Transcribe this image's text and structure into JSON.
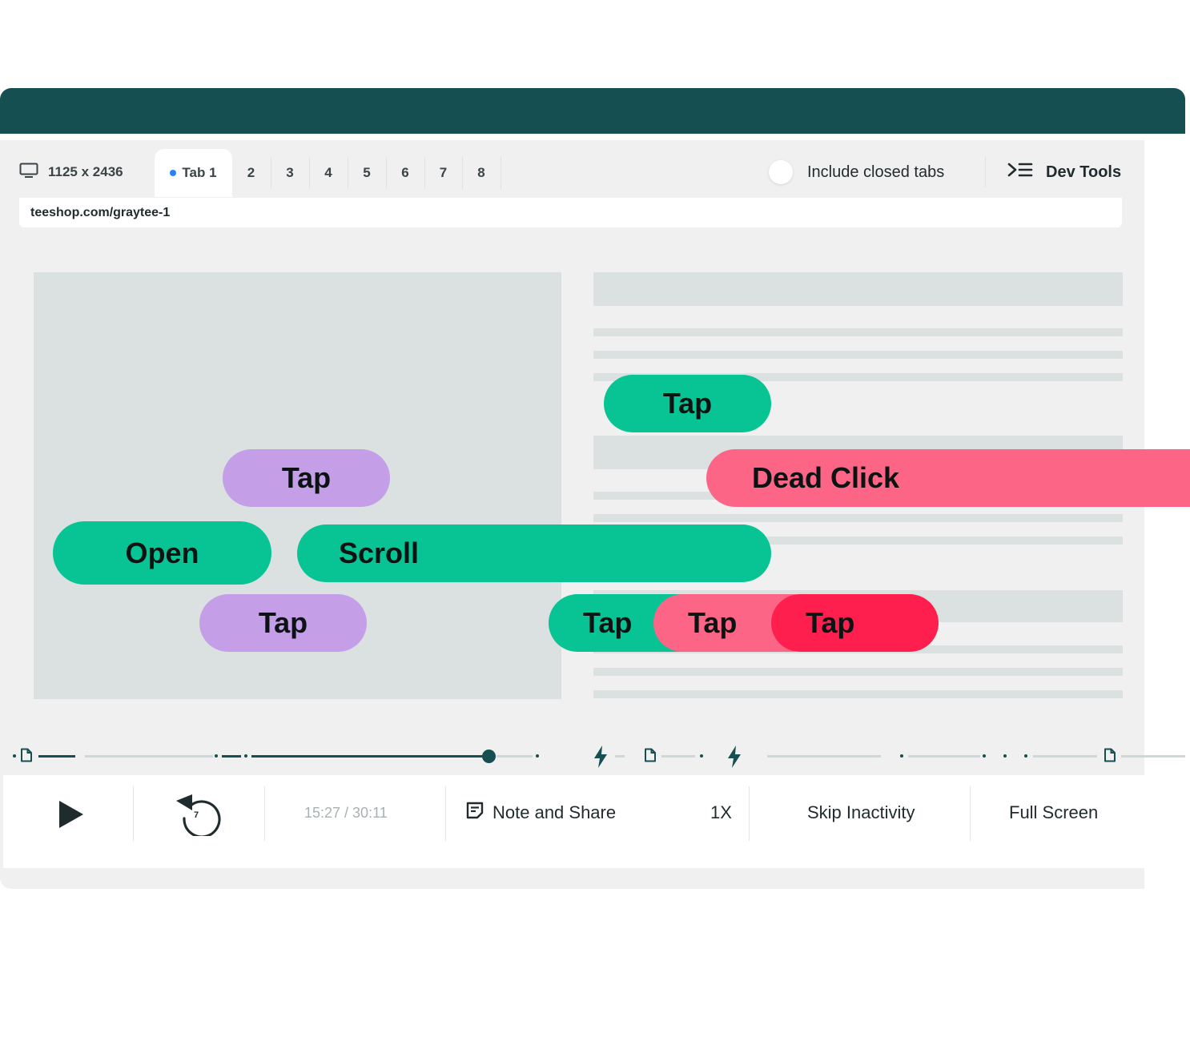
{
  "viewport": {
    "label": "1125 x 2436",
    "icon": "monitor-icon"
  },
  "tabs": [
    {
      "label": "Tab 1",
      "active": true
    },
    {
      "label": "2"
    },
    {
      "label": "3"
    },
    {
      "label": "4"
    },
    {
      "label": "5"
    },
    {
      "label": "6"
    },
    {
      "label": "7"
    },
    {
      "label": "8"
    }
  ],
  "toggle": {
    "label": "Include closed tabs",
    "checked": false
  },
  "dev_tools": {
    "label": "Dev Tools",
    "icon": "dev-tools-icon"
  },
  "url": "teeshop.com/graytee-1",
  "events": [
    {
      "label": "Tap",
      "color": "#08c494"
    },
    {
      "label": "Dead Click",
      "color": "#fc6586"
    },
    {
      "label": "Tap",
      "color": "#c59ee8"
    },
    {
      "label": "Open",
      "color": "#08c494"
    },
    {
      "label": "Scroll",
      "color": "#08c494"
    },
    {
      "label": "Tap",
      "color": "#c59ee8"
    },
    {
      "label": "Tap",
      "color": "#08c494"
    },
    {
      "label": "Tap",
      "color": "#fc6586"
    },
    {
      "label": "Tap",
      "color": "#ff1f4e"
    }
  ],
  "timeline": {
    "progress": 0.41
  },
  "controls": {
    "play": "play-icon",
    "rewind_seconds": "7",
    "time": "15:27 / 30:11",
    "note_share": "Note and Share",
    "speed": "1X",
    "skip_inactivity": "Skip Inactivity",
    "full_screen": "Full Screen"
  },
  "colors": {
    "brand_dark": "#164f51",
    "accent_green": "#08c494",
    "accent_purple": "#c59ee8",
    "accent_pink": "#fc6586",
    "accent_red": "#ff1f4e"
  }
}
